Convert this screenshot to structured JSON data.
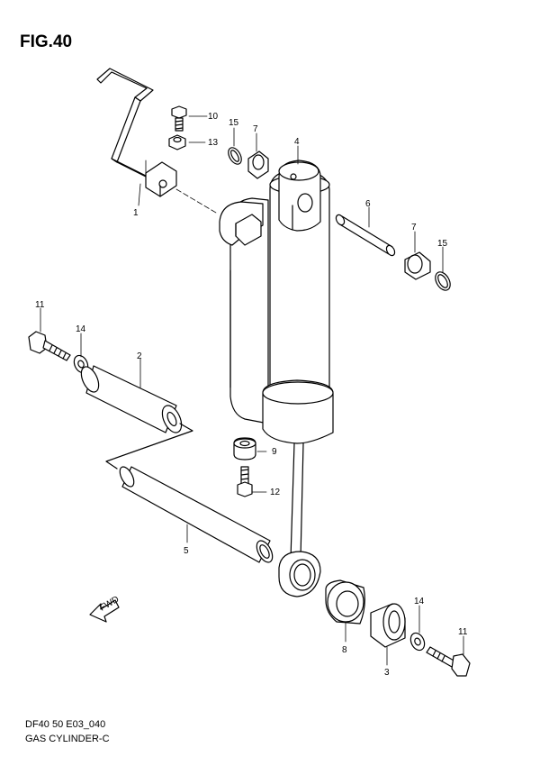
{
  "figure": {
    "title": "FIG.40",
    "code": "DF40 50 E03_040",
    "name": "GAS CYLINDER-C"
  },
  "callouts": [
    "1",
    "2",
    "3",
    "4",
    "5",
    "6",
    "7",
    "7",
    "8",
    "9",
    "10",
    "11",
    "11",
    "12",
    "13",
    "14",
    "14",
    "15",
    "15"
  ],
  "fwd_label": "FWD"
}
